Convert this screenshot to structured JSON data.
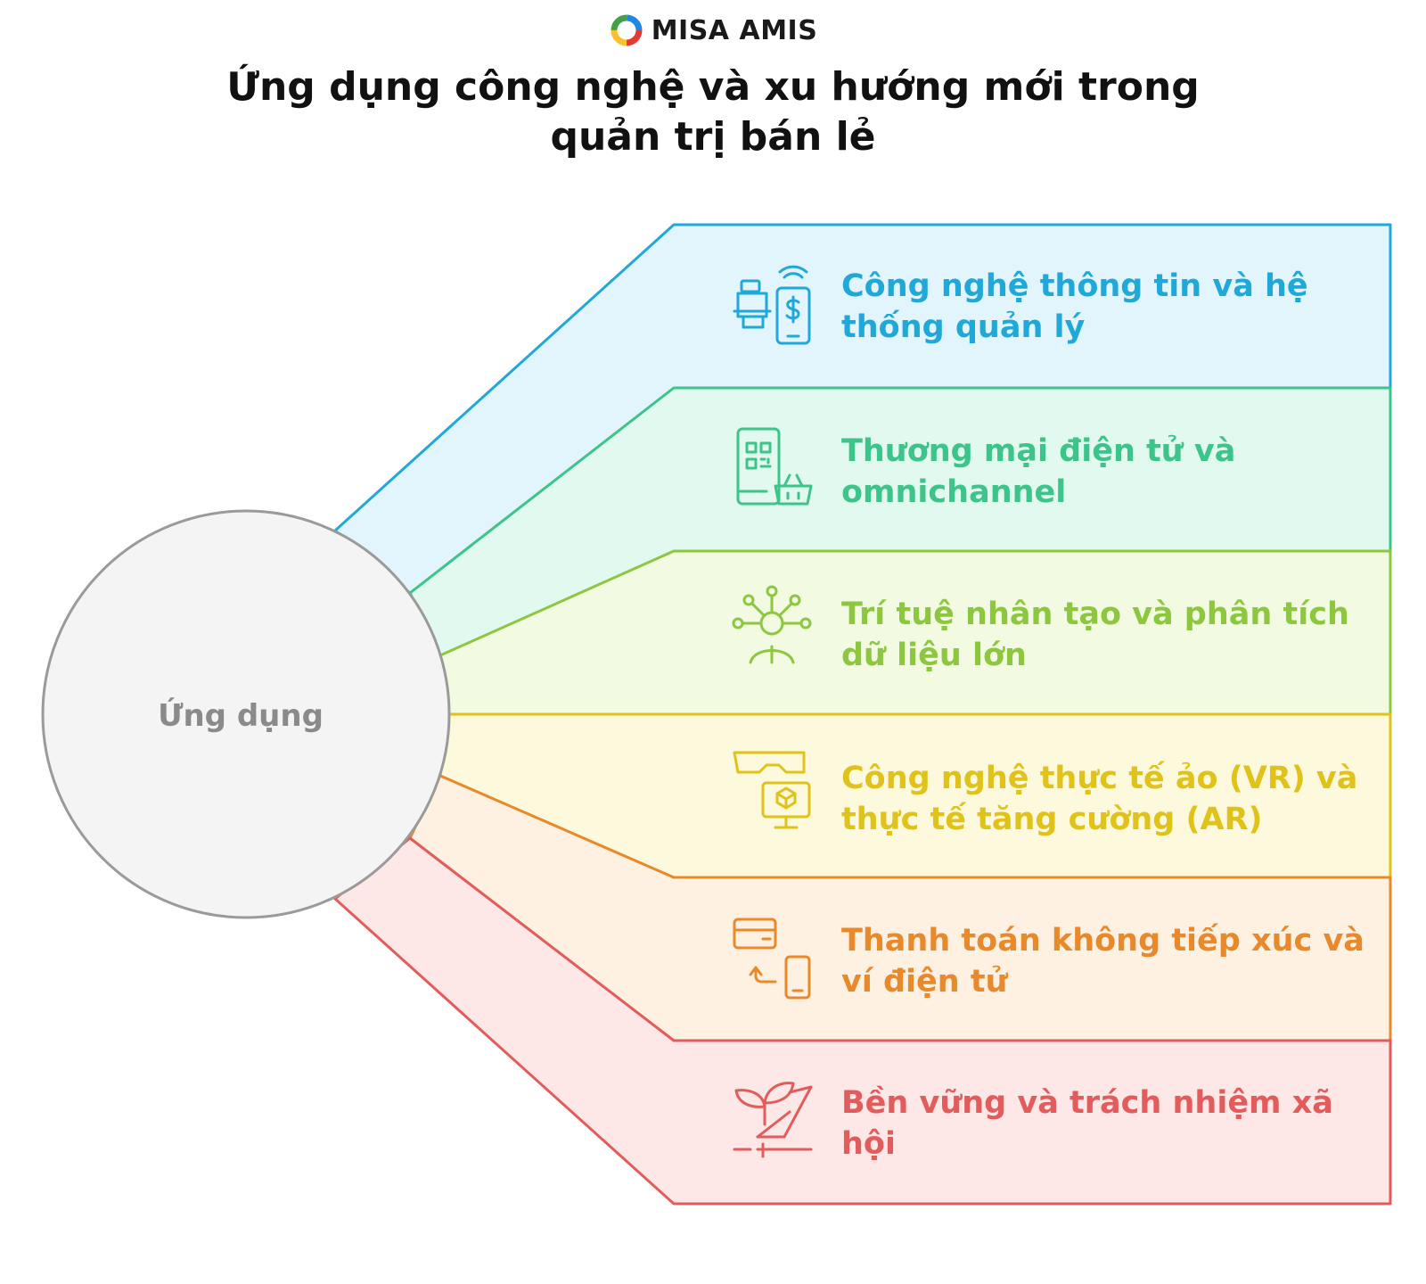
{
  "logo": {
    "text": "MISA AMIS",
    "colors": [
      "#e53935",
      "#fbc02d",
      "#43a047",
      "#1e88e5"
    ]
  },
  "title": "Ứng dụng công nghệ và xu hướng mới trong quản trị bán lẻ",
  "center": {
    "label": "Ứng dụng",
    "fill": "#f4f4f4",
    "stroke": "#9a9a9a"
  },
  "branches": [
    {
      "label": "Công nghệ thông tin và hệ thống quản lý",
      "icon": "cash-register-mobile-payment-icon",
      "color": "#1fa8d8",
      "fill": "#e3f5fc"
    },
    {
      "label": "Thương mại điện tử và omnichannel",
      "icon": "qr-phone-basket-icon",
      "color": "#3cc48a",
      "fill": "#e2f9ef"
    },
    {
      "label": "Trí tuệ nhân tạo và phân tích dữ liệu lớn",
      "icon": "ai-network-person-icon",
      "color": "#8dc63f",
      "fill": "#f2fbe2"
    },
    {
      "label": "Công nghệ thực tế ảo (VR) và thực tế tăng cường (AR)",
      "icon": "vr-headset-ar-screen-icon",
      "color": "#e0c21a",
      "fill": "#fdf9dc"
    },
    {
      "label": "Thanh toán không tiếp xúc và ví điện tử",
      "icon": "card-to-phone-payment-icon",
      "color": "#e8892b",
      "fill": "#fef1e2"
    },
    {
      "label": "Bền vững và trách nhiệm xã hội",
      "icon": "hand-plant-sprout-icon",
      "color": "#e35c5c",
      "fill": "#fde7e7"
    }
  ]
}
